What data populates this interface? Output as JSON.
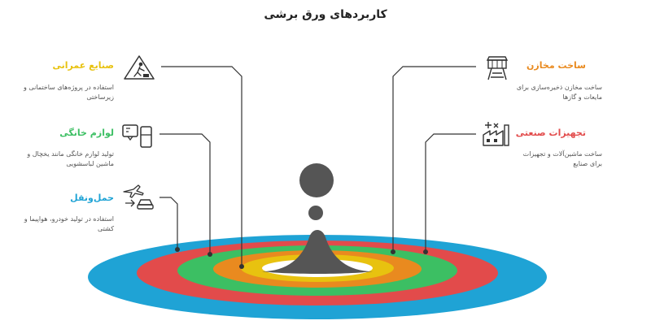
{
  "title": "کاربردهای ورق برشی",
  "items": [
    {
      "label": "صنایع عمرانی",
      "desc_1": "استفاده در پروژه‌های ساختمانی و",
      "desc_2": "زیرساختی",
      "color": "#e8c20f",
      "icon": "construction-worker-icon"
    },
    {
      "label": "لوازم خانگی",
      "desc_1": "تولید لوازم خانگی مانند یخچال و",
      "desc_2": "ماشین لباسشویی",
      "color": "#3cbf63",
      "icon": "home-appliance-icon"
    },
    {
      "label": "حمل‌ونقل",
      "desc_1": "استفاده در تولید خودرو، هواپیما و",
      "desc_2": "کشتی",
      "color": "#1fa3d5",
      "icon": "transport-icon"
    },
    {
      "label": "ساخت مخازن",
      "desc_1": "ساخت مخازن ذخیره‌سازی برای",
      "desc_2": "مایعات و گازها",
      "color": "#e98a1f",
      "icon": "water-tower-icon"
    },
    {
      "label": "تجهیزات صنعتی",
      "desc_1": "ساخت ماشین‌آلات و تجهیزات",
      "desc_2": "برای صنایع",
      "color": "#e24b4b",
      "icon": "factory-icon"
    }
  ],
  "rings": {
    "colors": [
      "#1fa3d5",
      "#e24b4b",
      "#3cbf63",
      "#e98a1f",
      "#e8c20f",
      "#ffffff"
    ],
    "droplet_color": "#555555"
  }
}
